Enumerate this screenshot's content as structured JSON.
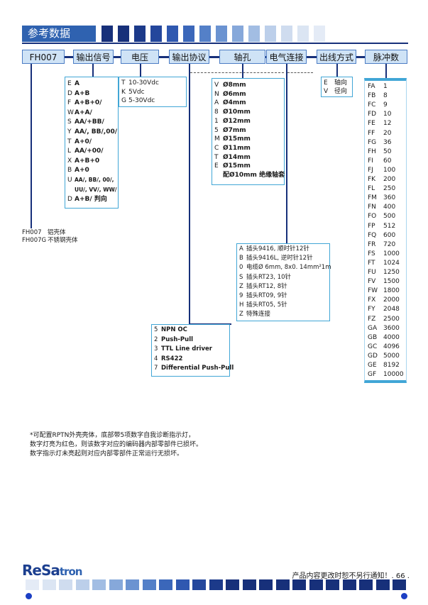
{
  "header": {
    "title": "参考数据"
  },
  "codes": [
    "FH007",
    "输出信号",
    "电压",
    "输出协议",
    "轴孔",
    "电气连接",
    "出线方式",
    "脉冲数"
  ],
  "housing": [
    {
      "code": "FH007",
      "desc": "铝壳体"
    },
    {
      "code": "FH007G",
      "desc": "不锈钢壳体"
    }
  ],
  "output_signal": [
    {
      "code": "E",
      "desc": "A"
    },
    {
      "code": "D",
      "desc": "A+B"
    },
    {
      "code": "F",
      "desc": "A+B+0/"
    },
    {
      "code": "W",
      "desc": "A+A/"
    },
    {
      "code": "S",
      "desc": "AA/+BB/"
    },
    {
      "code": "Y",
      "desc": "AA/, BB/,00/"
    },
    {
      "code": "T",
      "desc": "A+0/"
    },
    {
      "code": "L",
      "desc": "AA/+00/"
    },
    {
      "code": "X",
      "desc": "A+B+0"
    },
    {
      "code": "B",
      "desc": "A+0"
    },
    {
      "code": "U",
      "desc": "AA/, BB/, 00/,"
    },
    {
      "code": "",
      "desc": "UU/, VV/, WW/"
    },
    {
      "code": "D",
      "desc": "A+B/ 判向"
    }
  ],
  "voltage": [
    {
      "code": "T",
      "desc": "10-30Vdc"
    },
    {
      "code": "K",
      "desc": "5Vdc"
    },
    {
      "code": "G",
      "desc": "5-30Vdc"
    }
  ],
  "shaft": [
    {
      "code": "V",
      "desc": "Ø8mm"
    },
    {
      "code": "N",
      "desc": "Ø6mm"
    },
    {
      "code": "A",
      "desc": "Ø4mm"
    },
    {
      "code": "8",
      "desc": "Ø10mm"
    },
    {
      "code": "1",
      "desc": "Ø12mm"
    },
    {
      "code": "5",
      "desc": "Ø7mm"
    },
    {
      "code": "M",
      "desc": "Ø15mm"
    },
    {
      "code": "C",
      "desc": "Ø11mm"
    },
    {
      "code": "T",
      "desc": "Ø14mm"
    },
    {
      "code": "E",
      "desc": "Ø15mm"
    },
    {
      "code": "",
      "desc": "配Ø10mm 绝缘轴套"
    }
  ],
  "outlet": [
    {
      "code": "E",
      "desc": "轴向"
    },
    {
      "code": "V",
      "desc": "径向"
    }
  ],
  "connection": [
    {
      "code": "A",
      "desc": "插头9416, 顺时针12针"
    },
    {
      "code": "B",
      "desc": "插头9416L, 逆时针12针"
    },
    {
      "code": "0",
      "desc": "电缆Ø 6mm, 8x0. 14mm²1m"
    },
    {
      "code": "S",
      "desc": "插头RT23, 10针"
    },
    {
      "code": "Z",
      "desc": "插头RT12, 8针"
    },
    {
      "code": "9",
      "desc": "插头RT09, 9针"
    },
    {
      "code": "H",
      "desc": "插头RT05, 5针"
    },
    {
      "code": "Z",
      "desc": "特殊连接"
    }
  ],
  "protocol": [
    {
      "code": "5",
      "desc": "NPN OC"
    },
    {
      "code": "2",
      "desc": "Push-Pull"
    },
    {
      "code": "3",
      "desc": "TTL Line driver"
    },
    {
      "code": "4",
      "desc": "RS422"
    },
    {
      "code": "7",
      "desc": "Differential Push-Pull"
    }
  ],
  "pulses": [
    {
      "code": "FA",
      "desc": "1"
    },
    {
      "code": "FB",
      "desc": "8"
    },
    {
      "code": "FC",
      "desc": "9"
    },
    {
      "code": "FD",
      "desc": "10"
    },
    {
      "code": "FE",
      "desc": "12"
    },
    {
      "code": "FF",
      "desc": "20"
    },
    {
      "code": "FG",
      "desc": "36"
    },
    {
      "code": "FH",
      "desc": "50"
    },
    {
      "code": "FI",
      "desc": "60"
    },
    {
      "code": "FJ",
      "desc": "100"
    },
    {
      "code": "FK",
      "desc": "200"
    },
    {
      "code": "FL",
      "desc": "250"
    },
    {
      "code": "FM",
      "desc": "360"
    },
    {
      "code": "FN",
      "desc": "400"
    },
    {
      "code": "FO",
      "desc": "500"
    },
    {
      "code": "FP",
      "desc": "512"
    },
    {
      "code": "FQ",
      "desc": "600"
    },
    {
      "code": "FR",
      "desc": "720"
    },
    {
      "code": "FS",
      "desc": "1000"
    },
    {
      "code": "FT",
      "desc": "1024"
    },
    {
      "code": "FU",
      "desc": "1250"
    },
    {
      "code": "FV",
      "desc": "1500"
    },
    {
      "code": "FW",
      "desc": "1800"
    },
    {
      "code": "FX",
      "desc": "2000"
    },
    {
      "code": "FY",
      "desc": "2048"
    },
    {
      "code": "FZ",
      "desc": "2500"
    },
    {
      "code": "GA",
      "desc": "3600"
    },
    {
      "code": "GB",
      "desc": "4000"
    },
    {
      "code": "GC",
      "desc": "4096"
    },
    {
      "code": "GD",
      "desc": "5000"
    },
    {
      "code": "GE",
      "desc": "8192"
    },
    {
      "code": "GF",
      "desc": "10000"
    }
  ],
  "note": [
    "*可配置RPTN外壳壳体，底部带5项数字自我诊断指示灯，",
    "数字灯亮为红色，则该数字对应的编码器内部零部件已损坏。",
    "数字指示灯未亮起则对应内部零部件正常运行无损坏。"
  ],
  "footer": {
    "logo": [
      "ReSa",
      "tron"
    ],
    "notice": "产品内容更改时恕不另行通知！. 66 ."
  },
  "colors": {
    "dark": "#17307a",
    "accent": "#2f62b0",
    "light": "#cfe3f6",
    "frame": "#41a6d6"
  }
}
